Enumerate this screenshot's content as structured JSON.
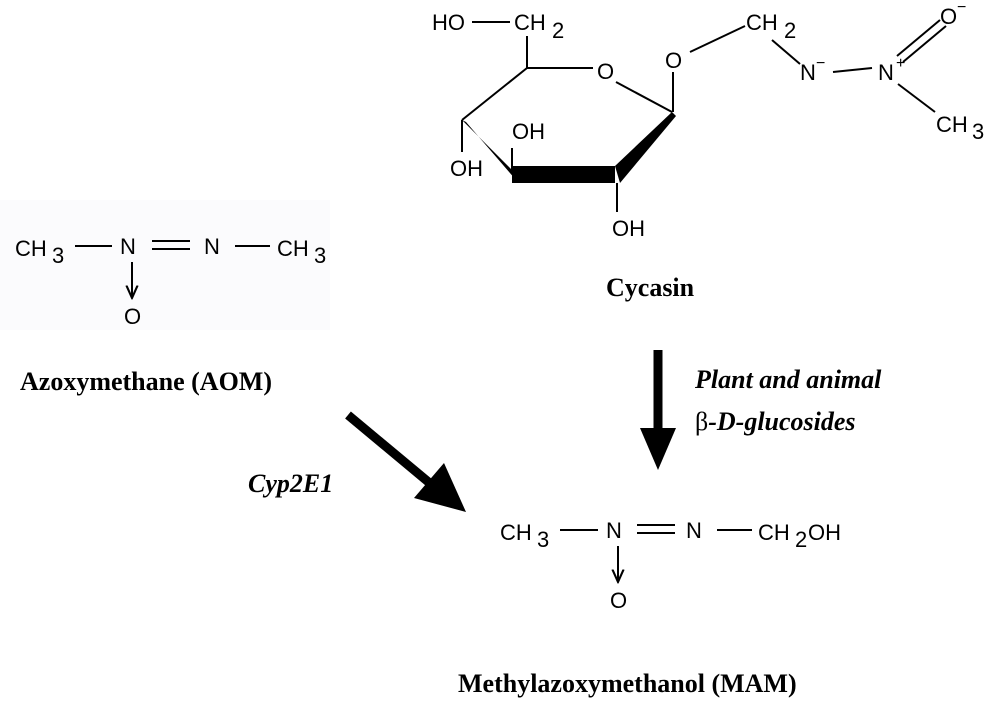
{
  "azoxymethane": {
    "left_group": "CH",
    "left_sub": "3",
    "n1": "N",
    "n2": "N",
    "right_group": "CH",
    "right_sub": "3",
    "oxygen": "O",
    "name": "Azoxymethane (AOM)"
  },
  "cycasin": {
    "ch2_top": "CH",
    "ch2_top_sub": "2",
    "ho": "HO",
    "ring_oxygen": "O",
    "glycosidic_oxygen": "O",
    "oh_upper": "OH",
    "oh_left": "OH",
    "oh_bottom": "OH",
    "ch2_link": "CH",
    "ch2_link_sub": "2",
    "n_minus": "N",
    "n_minus_charge": "−",
    "n_plus": "N",
    "n_plus_charge": "+",
    "o_minus": "O",
    "o_minus_charge": "−",
    "ch3": "CH",
    "ch3_sub": "3",
    "name": "Cycasin"
  },
  "mam": {
    "left_group": "CH",
    "left_sub": "3",
    "n1": "N",
    "n2": "N",
    "right_group": "CH",
    "right_sub": "2",
    "right_tail": "OH",
    "oxygen": "O",
    "name": "Methylazoxymethanol (MAM)"
  },
  "enzymes": {
    "cyp": "Cyp2E1",
    "glucoside_line1": "Plant and animal",
    "glucoside_beta": "β",
    "glucoside_line2": "-D-glucosides"
  }
}
